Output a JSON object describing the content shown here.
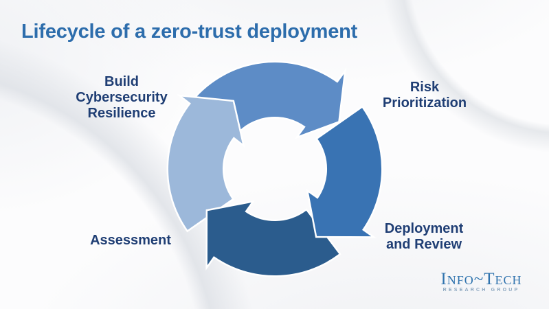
{
  "title": {
    "text": "Lifecycle of a zero-trust deployment",
    "color": "#2d6dac"
  },
  "diagram": {
    "kind": "cycle",
    "direction": "clockwise",
    "arrow_outline_color": "#ffffff",
    "label_color": "#1f3e74",
    "arrows": [
      {
        "position": "top",
        "color": "#5d8cc6"
      },
      {
        "position": "left",
        "color": "#9cb8da"
      },
      {
        "position": "bottom",
        "color": "#2b5c8d"
      },
      {
        "position": "right",
        "color": "#3973b3"
      }
    ],
    "stages": [
      {
        "id": "build-cybersecurity-resilience",
        "position": "top-left",
        "lines": [
          "Build",
          "Cybersecurity",
          "Resilience"
        ]
      },
      {
        "id": "risk-prioritization",
        "position": "top-right",
        "lines": [
          "Risk",
          "Prioritization"
        ]
      },
      {
        "id": "deployment-and-review",
        "position": "bottom-right",
        "lines": [
          "Deployment",
          "and Review"
        ]
      },
      {
        "id": "assessment",
        "position": "bottom-left",
        "lines": [
          "Assessment"
        ]
      }
    ]
  },
  "logo": {
    "main": "Info~Tech",
    "subtitle": "RESEARCH GROUP",
    "main_color": "#2f73ae",
    "subtitle_color": "#8ba6bf"
  }
}
